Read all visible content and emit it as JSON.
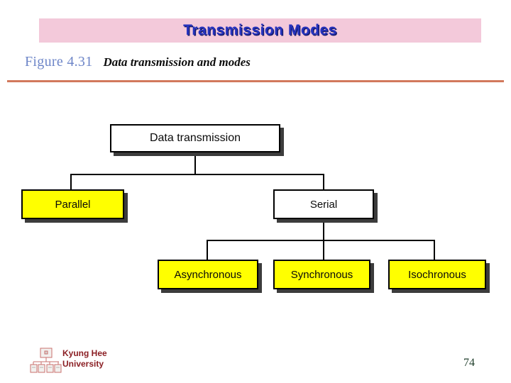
{
  "slide": {
    "title": "Transmission Modes",
    "figure_label": "Figure 4.31",
    "figure_caption": "Data transmission and modes",
    "page_number": "74",
    "footer": {
      "institution_line1": "Kyung Hee",
      "institution_line2": "University",
      "logo_icon": "org-chart-tree-icon"
    }
  },
  "diagram": {
    "type": "tree",
    "root": {
      "label": "Data transmission",
      "fill": "#FFFFFF"
    },
    "level1": [
      {
        "label": "Parallel",
        "fill": "#FFFF00",
        "parent": "Data transmission"
      },
      {
        "label": "Serial",
        "fill": "#FFFFFF",
        "parent": "Data transmission"
      }
    ],
    "level2": [
      {
        "label": "Asynchronous",
        "fill": "#FFFF00",
        "parent": "Serial"
      },
      {
        "label": "Synchronous",
        "fill": "#FFFF00",
        "parent": "Serial"
      },
      {
        "label": "Isochronous",
        "fill": "#FFFF00",
        "parent": "Serial"
      }
    ]
  },
  "colors": {
    "header_background": "#F3C9DA",
    "title_text": "#2633BE",
    "figure_label_text": "#6E86C8",
    "divider_rule": "#D2795C",
    "node_yellow": "#FFFF00",
    "node_border": "#000000",
    "node_shadow": "#3C3C3C",
    "footer_text": "#8B1F24",
    "page_number_text": "#1E3D2A"
  }
}
